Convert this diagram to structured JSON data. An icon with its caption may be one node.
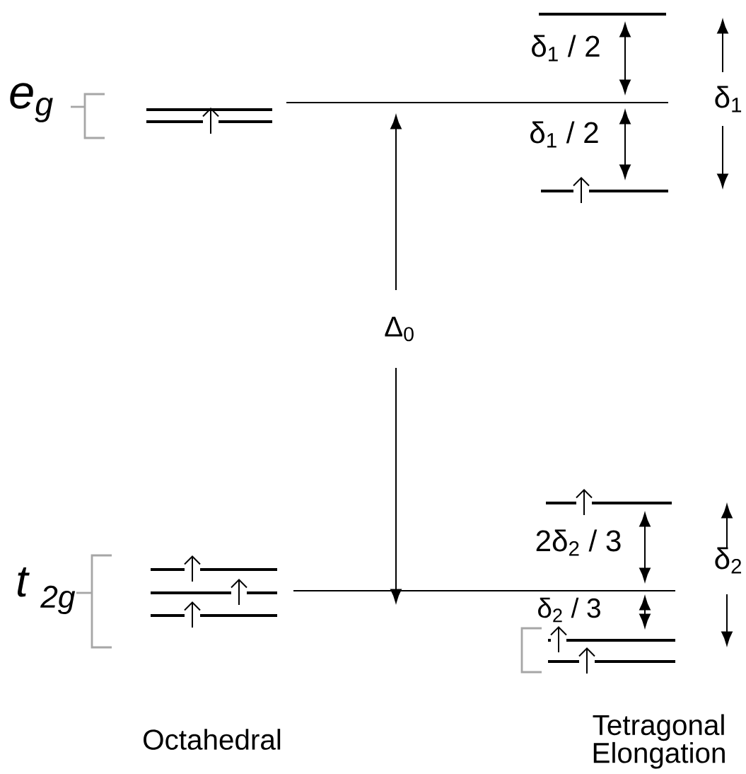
{
  "diagram": {
    "labels": [
      "δ$_{1}$ / 2",
      "e$_{g}$",
      "δ$_{1}$",
      "δ$_{1}$ / 2",
      "Δ$_{0}$",
      "2δ$_{2}$ / 3",
      "t $_{2g}$",
      "δ$_{2}$",
      "δ$_{2}$ / 3",
      "Octahedral",
      "Tetragonal Elongation"
    ]
  }
}
